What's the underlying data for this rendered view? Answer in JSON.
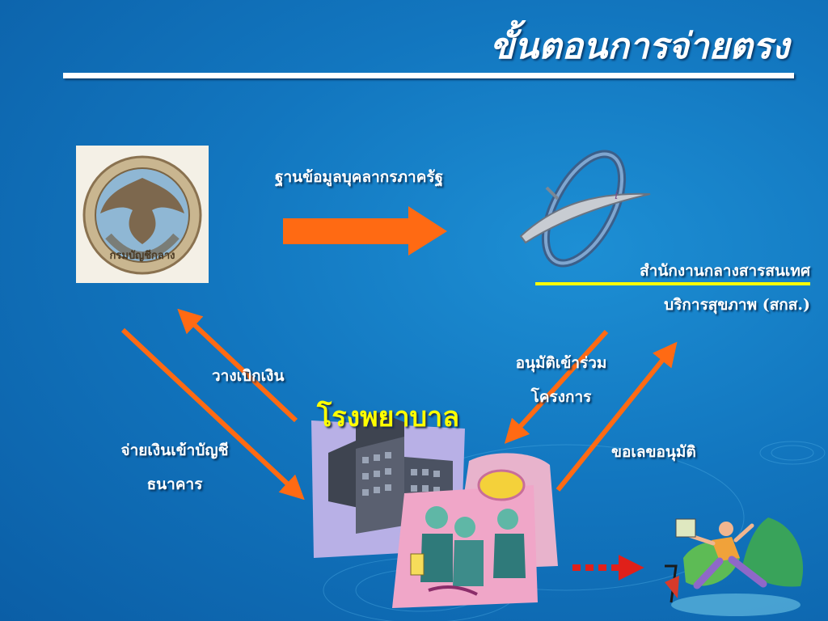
{
  "slide": {
    "title": "ขั้นตอนการจ่ายตรง"
  },
  "nodes": {
    "cgd_seal_text": "กรมบัญชีกลาง",
    "agency_name_line1": "สำนักงานกลางสารสนเทศ",
    "agency_name_line2": "บริการสุขภาพ (สกส.)",
    "hospital": "โรงพยาบาล"
  },
  "edges": {
    "database": "ฐานข้อมูลบุคลากรภาครัฐ",
    "withdraw": "วางเบิกเงิน",
    "pay_line1": "จ่ายเงินเข้าบัญชี",
    "pay_line2": "ธนาคาร",
    "approve_line1": "อนุมัติเข้าร่วม",
    "approve_line2": "โครงการ",
    "request": "ขอเลขอนุมัติ"
  },
  "colors": {
    "background": "#1276bf",
    "arrow": "#ff6a13",
    "accent_yellow": "#ffff00",
    "dotted_arrow": "#e0201a"
  },
  "icons": {
    "seal": "cgd-garuda-seal-icon",
    "agency_logo": "chi-logo-icon",
    "hospital": "hospital-building-icon",
    "surgery": "surgery-team-icon",
    "patient": "person-exercise-icon"
  }
}
